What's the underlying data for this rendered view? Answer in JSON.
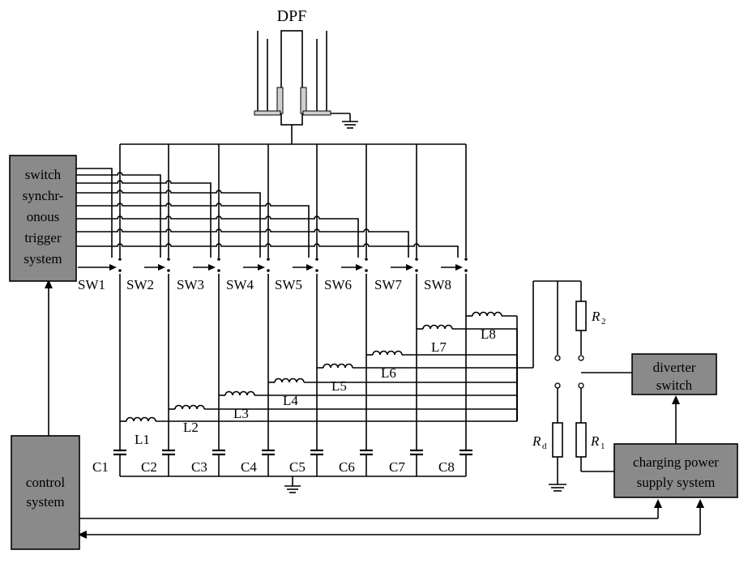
{
  "title": "DPF",
  "trigger_system_lines": [
    "switch",
    "synchr-",
    "onous",
    "trigger",
    "system"
  ],
  "control_system_lines": [
    "control",
    "system"
  ],
  "diverter_switch_lines": [
    "diverter",
    "switch"
  ],
  "charging_supply_lines": [
    "charging power",
    "supply system"
  ],
  "switch_labels": [
    "SW1",
    "SW2",
    "SW3",
    "SW4",
    "SW5",
    "SW6",
    "SW7",
    "SW8"
  ],
  "capacitor_labels": [
    "C1",
    "C2",
    "C3",
    "C4",
    "C5",
    "C6",
    "C7",
    "C8"
  ],
  "inductor_labels": [
    "L1",
    "L2",
    "L3",
    "L4",
    "L5",
    "L6",
    "L7",
    "L8"
  ],
  "resistors": {
    "r2": {
      "symbol": "R",
      "sub": "2"
    },
    "r1": {
      "symbol": "R",
      "sub": "1"
    },
    "rd": {
      "symbol": "R",
      "sub": "d"
    }
  }
}
